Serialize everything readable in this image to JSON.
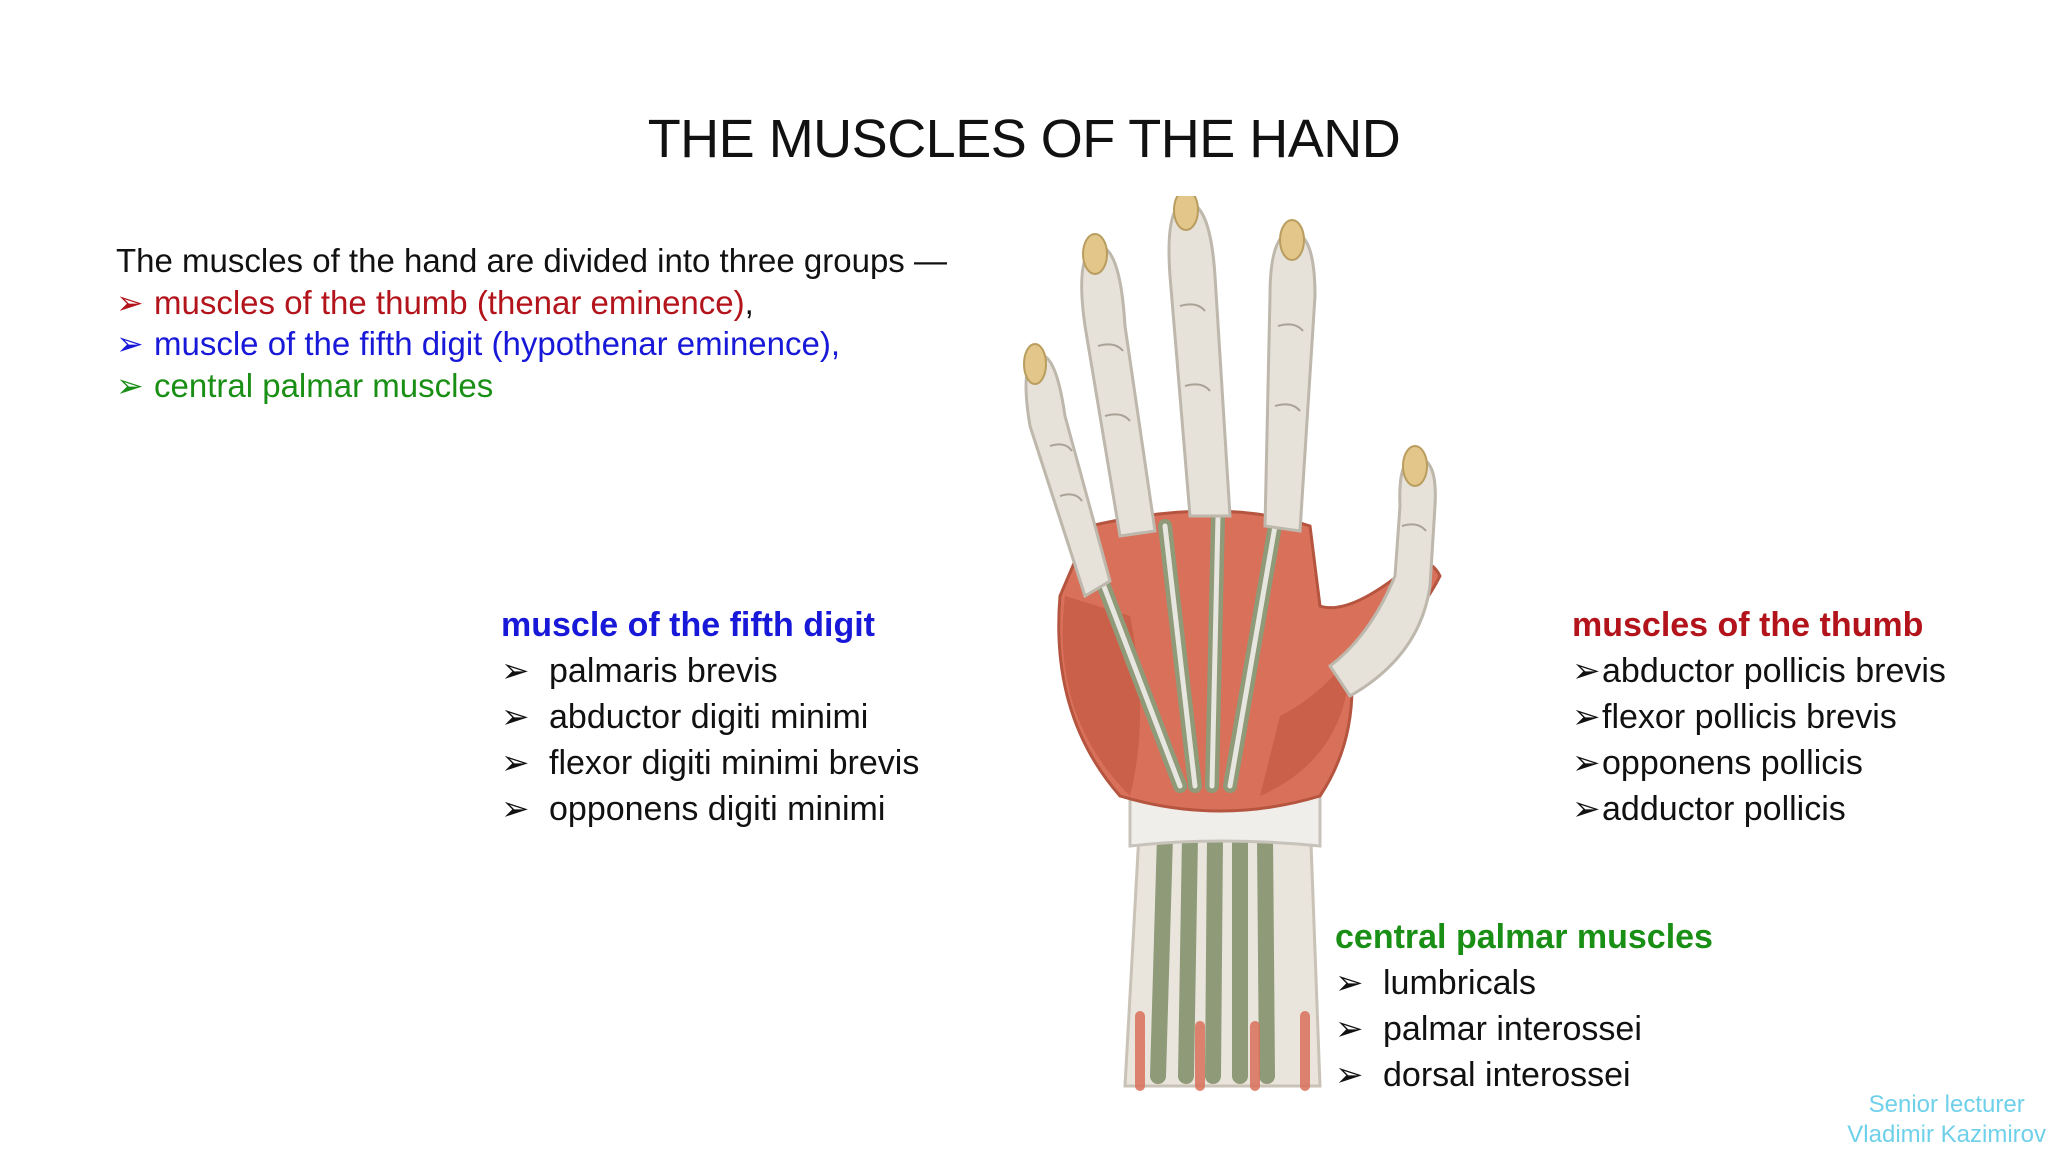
{
  "title": "THE MUSCLES OF THE HAND",
  "intro": {
    "lead": "The muscles of the hand are divided into three groups —",
    "arrow": "➢",
    "line1": "muscles of the thumb (thenar eminence)",
    "line1_tail": ",",
    "line2": "muscle of the fifth digit (hypothenar eminence),",
    "line3": "central palmar muscles"
  },
  "groups": {
    "fifth": {
      "heading": "muscle of the fifth digit",
      "items": [
        "palmaris brevis",
        "abductor digiti minimi",
        "flexor digiti minimi brevis",
        "opponens digiti minimi"
      ]
    },
    "thumb": {
      "heading": "muscles of the thumb",
      "items": [
        "abductor pollicis brevis",
        "flexor pollicis brevis",
        "opponens pollicis",
        "adductor pollicis"
      ]
    },
    "central": {
      "heading": "central palmar muscles",
      "items": [
        "lumbricals",
        "palmar interossei",
        "dorsal interossei"
      ]
    }
  },
  "bullet": "➢",
  "credit": {
    "line1": "Senior lecturer",
    "line2": "Vladimir Kazimirov"
  },
  "colors": {
    "thumb": "#b3141c",
    "fifth": "#1818d8",
    "central": "#1a8f16",
    "credit": "#6fd0ea",
    "muscle": "#d9705a",
    "tendon": "#e4e2dc",
    "nerve": "#8e9a78"
  }
}
